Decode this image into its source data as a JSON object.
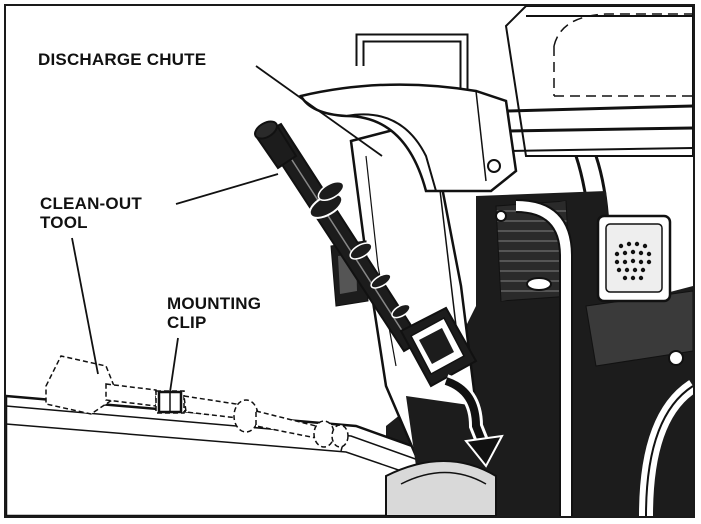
{
  "labels": {
    "discharge_chute": "DISCHARGE CHUTE",
    "clean_out_tool_line1": "CLEAN-OUT",
    "clean_out_tool_line2": "TOOL",
    "mounting_clip_line1": "MOUNTING",
    "mounting_clip_line2": "CLIP"
  },
  "colors": {
    "ink": "#111111",
    "dark_fill": "#1c1c1c",
    "mid_gray": "#8a8a8a",
    "light_gray": "#d9d9d9",
    "paper": "#ffffff"
  }
}
